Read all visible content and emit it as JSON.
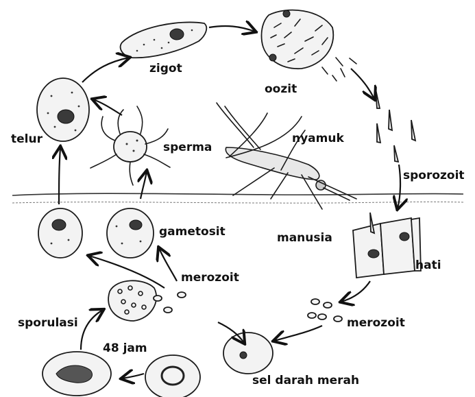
{
  "labels": {
    "zigot": "zigot",
    "oozit": "oozit",
    "telur": "telur",
    "sperma": "sperma",
    "nyamuk": "nyamuk",
    "sporozoit": "sporozoit",
    "manusia": "manusia",
    "gametosit": "gametosit",
    "hati": "hati",
    "merozoit_top": "merozoit",
    "merozoit_right": "merozoit",
    "sporulasi": "sporulasi",
    "jam48": "48 jam",
    "sel_darah_merah": "sel darah merah"
  }
}
